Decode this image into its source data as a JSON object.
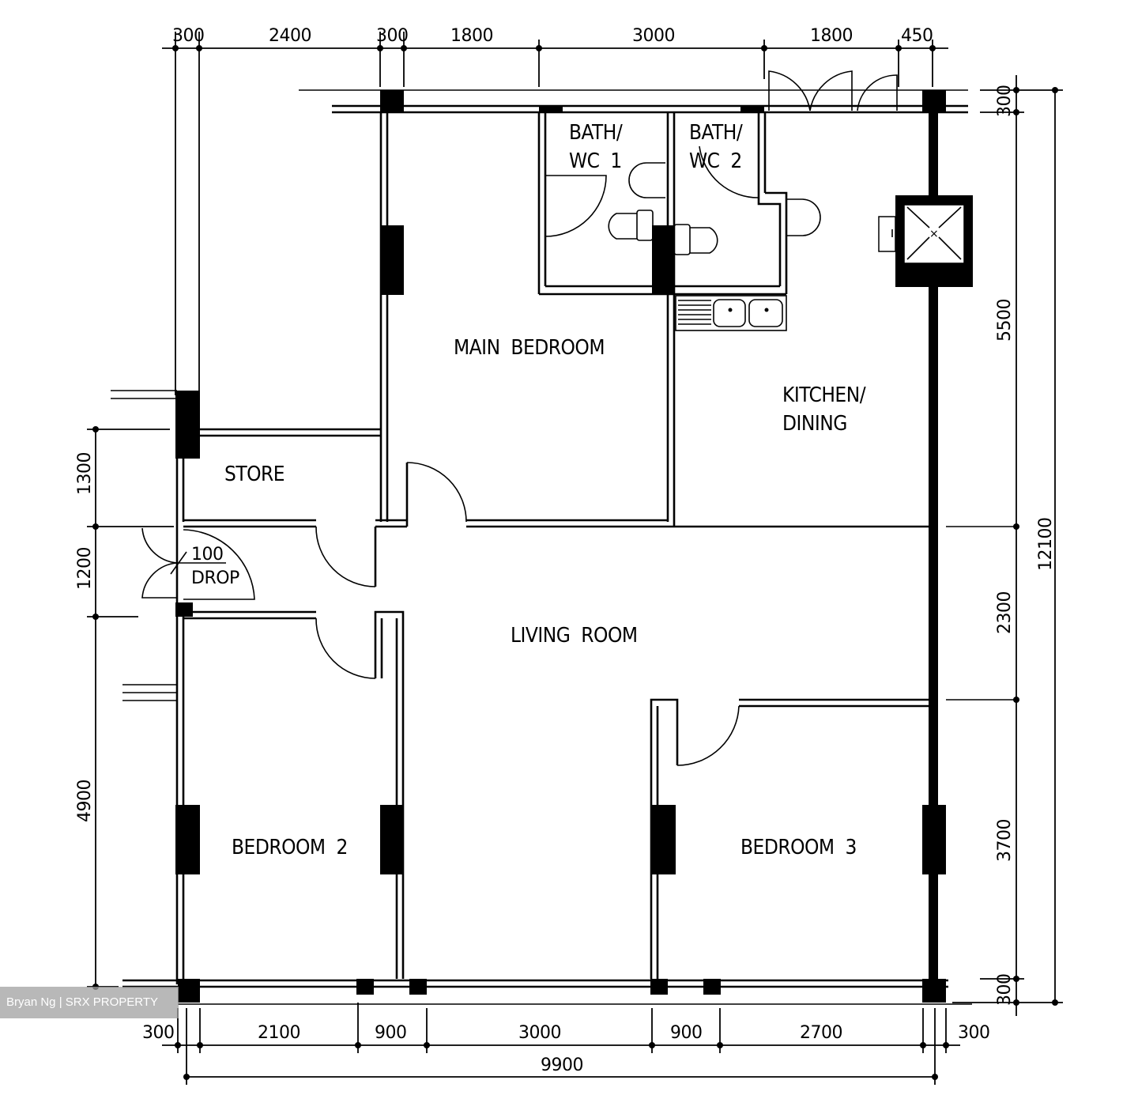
{
  "rooms": {
    "main_bedroom": "MAIN  BEDROOM",
    "bath1_line1": "BATH/",
    "bath1_line2": "WC  1",
    "bath2_line1": "BATH/",
    "bath2_line2": "WC  2",
    "kitchen_line1": "KITCHEN/",
    "kitchen_line2": "DINING",
    "store": "STORE",
    "living_room": "LIVING  ROOM",
    "bedroom2": "BEDROOM  2",
    "bedroom3": "BEDROOM  3",
    "drop_value": "100",
    "drop_label": "DROP"
  },
  "dimensions": {
    "top": [
      "300",
      "2400",
      "300",
      "1800",
      "3000",
      "1800",
      "450"
    ],
    "bottom": [
      "300",
      "2100",
      "900",
      "3000",
      "900",
      "2700",
      "300"
    ],
    "bottom_total": "9900",
    "left": [
      "1300",
      "1200",
      "4900"
    ],
    "right": [
      "300",
      "5500",
      "2300",
      "3700",
      "300"
    ],
    "right_total": "12100"
  },
  "watermark": "Bryan Ng | SRX PROPERTY"
}
